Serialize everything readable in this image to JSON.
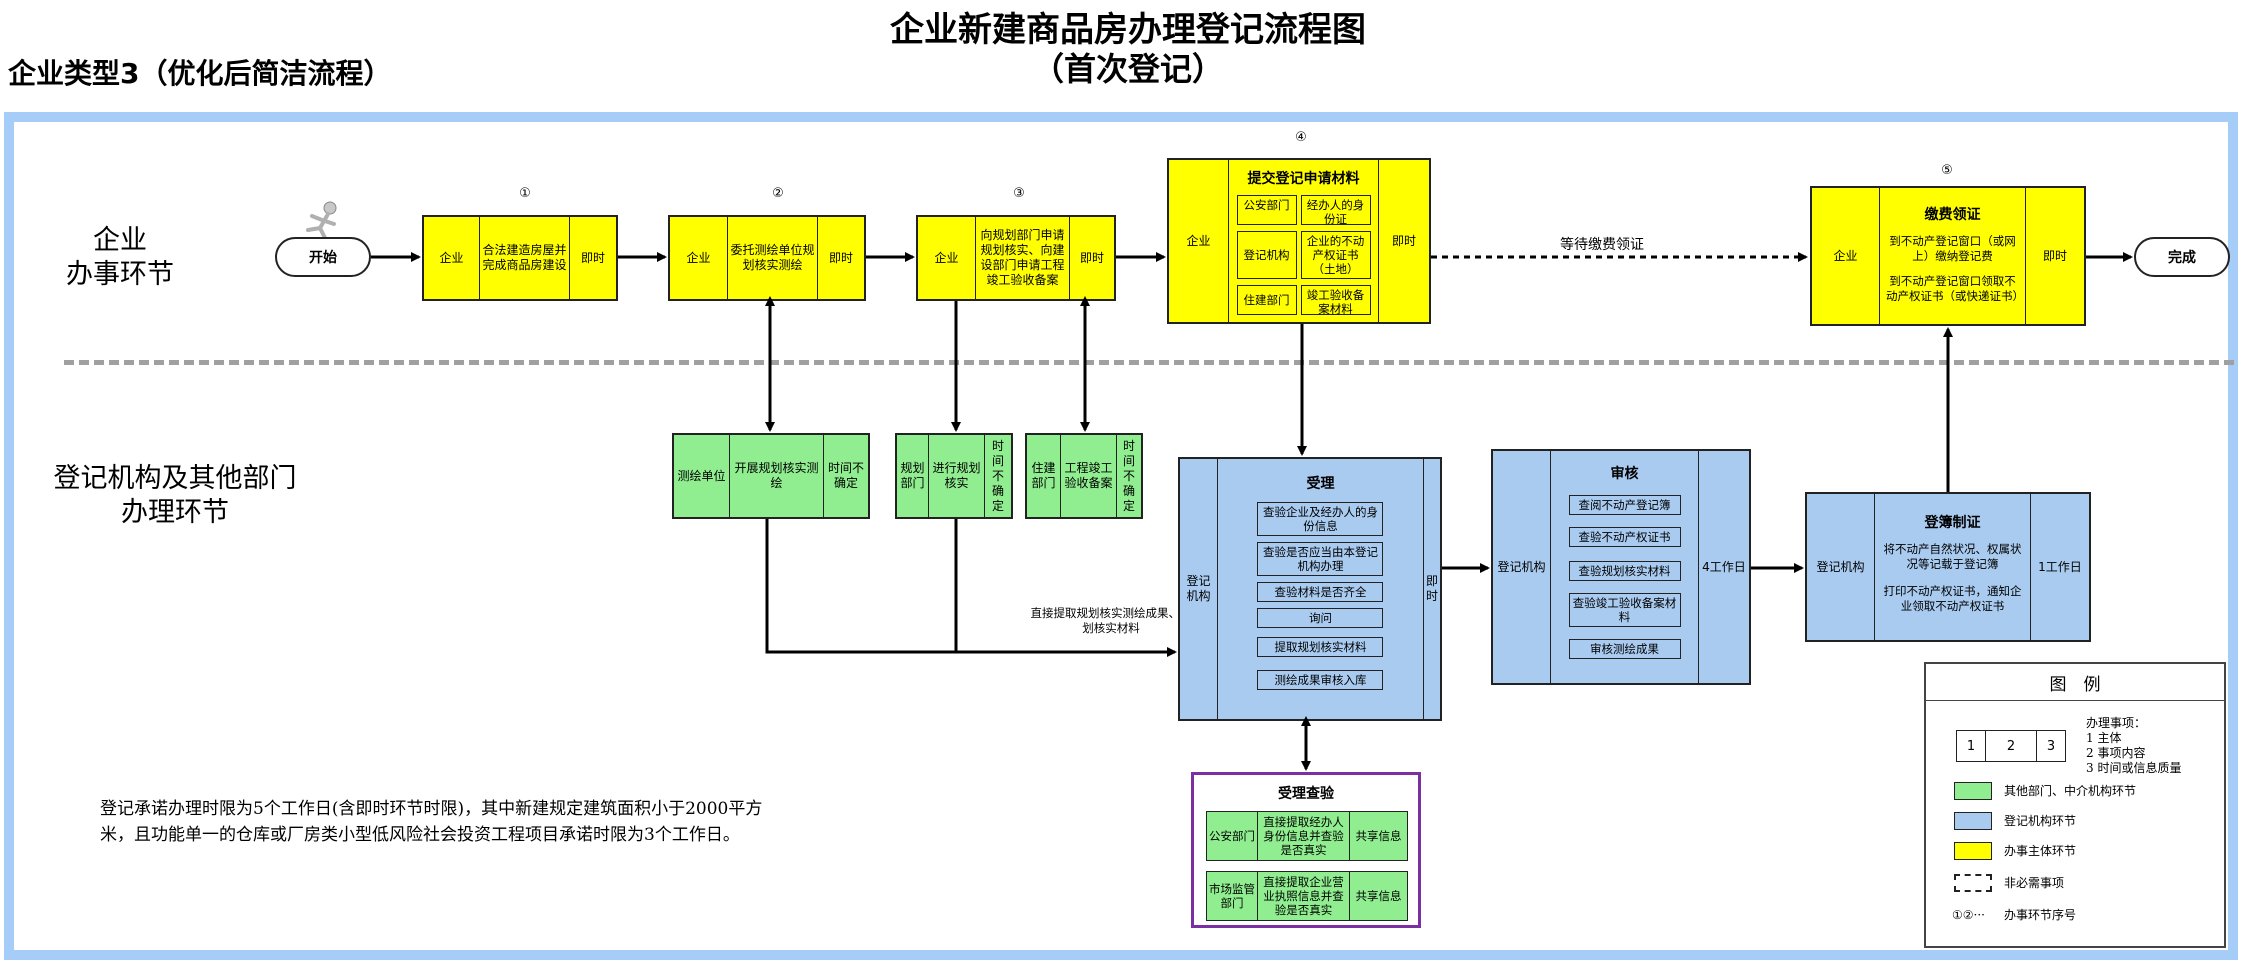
{
  "title": "企业新建商品房办理登记流程图",
  "subtitle_paren": "（首次登记）",
  "type_label": "企业类型3（优化后简洁流程）",
  "lanes": {
    "enterprise": [
      "企业",
      "办事环节"
    ],
    "agency": [
      "登记机构及其他部门",
      "办理环节"
    ]
  },
  "start": "开始",
  "end": "完成",
  "steps": {
    "s1": {
      "num": "①",
      "subject": "企业",
      "content": "合法建造房屋并完成商品房建设",
      "time": "即时"
    },
    "s2": {
      "num": "②",
      "subject": "企业",
      "content": "委托测绘单位规划核实测绘",
      "time": "即时"
    },
    "s3": {
      "num": "③",
      "subject": "企业",
      "content": "向规划部门申请规划核实、向建设部门申请工程竣工验收备案",
      "time": "即时"
    },
    "s4": {
      "num": "④",
      "subject": "企业",
      "header": "提交登记申请材料",
      "time": "即时",
      "items": [
        {
          "dept": "公安部门",
          "doc": "经办人的身份证"
        },
        {
          "dept": "登记机构",
          "doc": "企业的不动产权证书（土地）"
        },
        {
          "dept": "住建部门",
          "doc": "竣工验收备案材料"
        }
      ]
    },
    "s5": {
      "num": "⑤",
      "subject": "企业",
      "header": "缴费领证",
      "time": "即时",
      "lines": [
        "到不动产登记窗口（或网上）缴纳登记费",
        "到不动产登记窗口领取不动产权证书（或快递证书）"
      ]
    }
  },
  "wait_label": "等待缴费领证",
  "green": {
    "g1": {
      "subject": "测绘单位",
      "content": "开展规划核实测绘",
      "time": "时间不确定"
    },
    "g2": {
      "subject": "规划部门",
      "content": "进行规划核实",
      "time": "时间不确定"
    },
    "g3": {
      "subject": "住建部门",
      "content": "工程竣工验收备案",
      "time": "时间不确定"
    }
  },
  "extract_label": "直接提取规划核实测绘成果、规划核实材料",
  "accept": {
    "subject": "登记机构",
    "header": "受理",
    "time": "即时",
    "items": [
      "查验企业及经办人的身份信息",
      "查验是否应当由本登记机构办理",
      "查验材料是否齐全",
      "询问",
      "提取规划核实材料",
      "测绘成果审核入库"
    ]
  },
  "review": {
    "subject": "登记机构",
    "header": "审核",
    "time": "4工作日",
    "items": [
      "查阅不动产登记簿",
      "查验不动产权证书",
      "查验规划核实材料",
      "查验竣工验收备案材料",
      "审核测绘成果"
    ]
  },
  "record": {
    "subject": "登记机构",
    "header": "登簿制证",
    "time": "1工作日",
    "lines": [
      "将不动产自然状况、权属状况等记载于登记簿",
      "打印不动产权证书，通知企业领取不动产权证书"
    ]
  },
  "verify": {
    "header": "受理查验",
    "rows": [
      {
        "dept": "公安部门",
        "content": "直接提取经办人身份信息并查验是否真实",
        "share": "共享信息"
      },
      {
        "dept": "市场监管部门",
        "content": "直接提取企业营业执照信息并查验是否真实",
        "share": "共享信息"
      }
    ]
  },
  "note": [
    "登记承诺办理时限为5个工作日(含即时环节时限)，其中新建规定建筑面积小于2000平方",
    "米，且功能单一的仓库或厂房类小型低风险社会投资工程项目承诺时限为3个工作日。"
  ],
  "legend": {
    "title": "图　例",
    "cells": [
      "1",
      "2",
      "3"
    ],
    "desc": [
      "办理事项：",
      "1 主体",
      "2 事项内容",
      "3 时间或信息质量"
    ],
    "green": "其他部门、中介机构环节",
    "blue": "登记机构环节",
    "yellow": "办事主体环节",
    "dashed": "非必需事项",
    "numbering_symbol": "①②···",
    "numbering": "办事环节序号",
    "colors": {
      "green": "#90ee90",
      "blue": "#a9cbf0",
      "yellow": "#ffff00"
    }
  }
}
